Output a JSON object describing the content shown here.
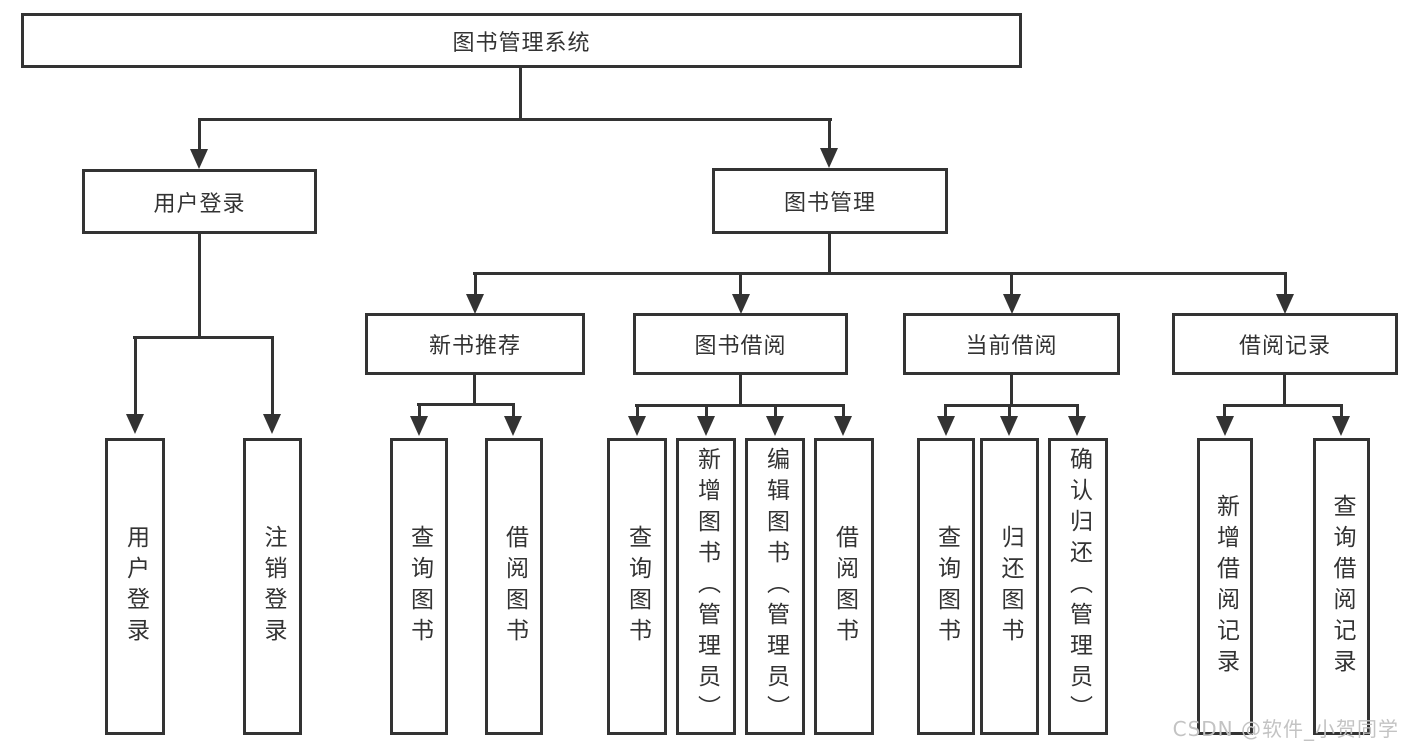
{
  "diagram": {
    "type": "tree",
    "root": {
      "label": "图书管理系统"
    },
    "level2": {
      "user_login": {
        "label": "用户登录"
      },
      "book_mgmt": {
        "label": "图书管理"
      }
    },
    "level3": {
      "new_book_rec": {
        "label": "新书推荐"
      },
      "book_borrow": {
        "label": "图书借阅"
      },
      "current_borrow": {
        "label": "当前借阅"
      },
      "borrow_records": {
        "label": "借阅记录"
      }
    },
    "leaves": {
      "user_login": [
        "用户登录",
        "注销登录"
      ],
      "new_book_rec": [
        "查询图书",
        "借阅图书"
      ],
      "book_borrow": [
        "查询图书",
        "新增图书（管理员）",
        "编辑图书（管理员）",
        "借阅图书"
      ],
      "current_borrow": [
        "查询图书",
        "归还图书",
        "确认归还（管理员）"
      ],
      "borrow_records": [
        "新增借阅记录",
        "查询借阅记录"
      ]
    },
    "colors": {
      "line": "#333333",
      "text": "#333333",
      "background": "#ffffff",
      "watermark": "#c3c3c3"
    }
  },
  "watermark": {
    "text": "CSDN @软件_小贺同学"
  }
}
